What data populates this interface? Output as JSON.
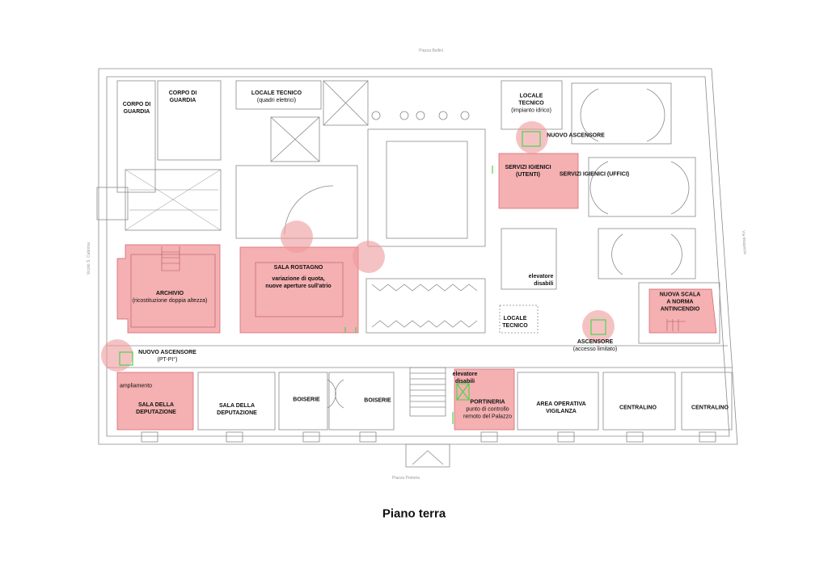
{
  "title": "Piano terra",
  "streets": {
    "top": "Piazza Bellini",
    "left": "Vicolo S. Caterina",
    "right": "Via Maqueda",
    "bottom": "Piazza Pretoria"
  },
  "colors": {
    "highlight": "#f4a7a9",
    "circle": "#ef9a9c",
    "new_element": "#4cd44c",
    "wall": "#8a8a8a"
  },
  "rooms": {
    "corpo_guardia_1": "CORPO DI\nGUARDIA",
    "corpo_guardia_2": "CORPO DI\nGUARDIA",
    "locale_tecnico_1": {
      "name": "LOCALE TECNICO",
      "note": "(quadri elettrici)"
    },
    "locale_tecnico_2": {
      "name": "LOCALE\nTECNICO",
      "note": "(impianto idrico)"
    },
    "nuovo_ascensore_1": "NUOVO ASCENSORE",
    "servizi_utenti": "SERVIZI IGIENICI\n(UTENTI)",
    "servizi_uffici": "SERVIZI IGIENICI (UFFICI)",
    "archivio": {
      "name": "ARCHIVIO",
      "note": "(ricostituzione doppia altezza)"
    },
    "sala_rostagno": {
      "name": "SALA ROSTAGNO",
      "note": "variazione di quota,\nnuove aperture sull'atrio"
    },
    "elevatore_disabili_1": "elevatore\ndisabili",
    "nuova_scala": "NUOVA SCALA\nA NORMA\nANTINCENDIO",
    "locale_tecnico_3": "LOCALE\nTECNICO",
    "ascensore": {
      "name": "ASCENSORE",
      "note": "(accesso limitato)"
    },
    "nuovo_ascensore_2": {
      "name": "NUOVO ASCENSORE",
      "note": "(PT-PI°)"
    },
    "ampliamento": "ampliamento",
    "sala_deputazione_1": "SALA DELLA\nDEPUTAZIONE",
    "sala_deputazione_2": "SALA DELLA\nDEPUTAZIONE",
    "boiserie_1": "BOISERIE",
    "boiserie_2": "BOISERIE",
    "elevatore_disabili_2": "elevatore\ndisabili",
    "portineria": {
      "name": "PORTINERIA",
      "note": "punto di controllo\nremoto del Palazzo"
    },
    "area_operativa": "AREA OPERATIVA\nVIGILANZA",
    "centralino_1": "CENTRALINO",
    "centralino_2": "CENTRALINO"
  }
}
